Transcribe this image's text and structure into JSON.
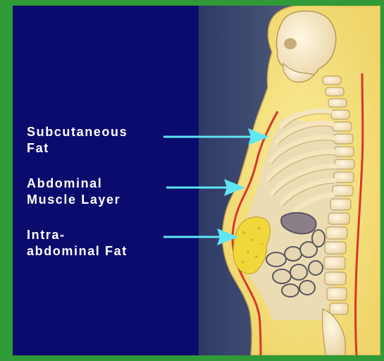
{
  "labels": {
    "subcutaneous_fat": "Subcutaneous\nFat",
    "abdominal_muscle_layer": "Abdominal\nMuscle Layer",
    "intra_abdominal_fat": "Intra-\nabdominal Fat"
  },
  "colors": {
    "frame": "#2f9a36",
    "panel": "#0b0b6e",
    "text": "#ffffff",
    "arrow": "#5fe6f2",
    "skin_fat": "#f3d873",
    "muscle_line": "#d8362a",
    "bone": "#f7e8c4",
    "visceral_fat": "#f0d83a"
  }
}
